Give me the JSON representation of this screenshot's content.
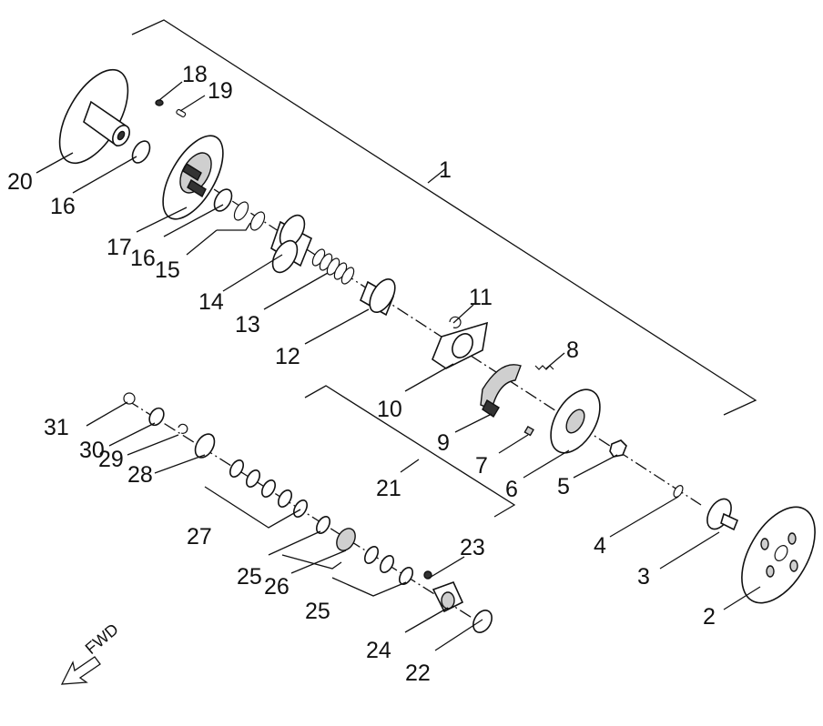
{
  "direction_label": "FWD",
  "callouts": [
    "1",
    "2",
    "3",
    "4",
    "5",
    "6",
    "7",
    "8",
    "9",
    "10",
    "11",
    "12",
    "13",
    "14",
    "15",
    "16",
    "16",
    "17",
    "18",
    "19",
    "20",
    "21",
    "22",
    "23",
    "24",
    "25",
    "25",
    "26",
    "27",
    "28",
    "29",
    "30",
    "31"
  ]
}
